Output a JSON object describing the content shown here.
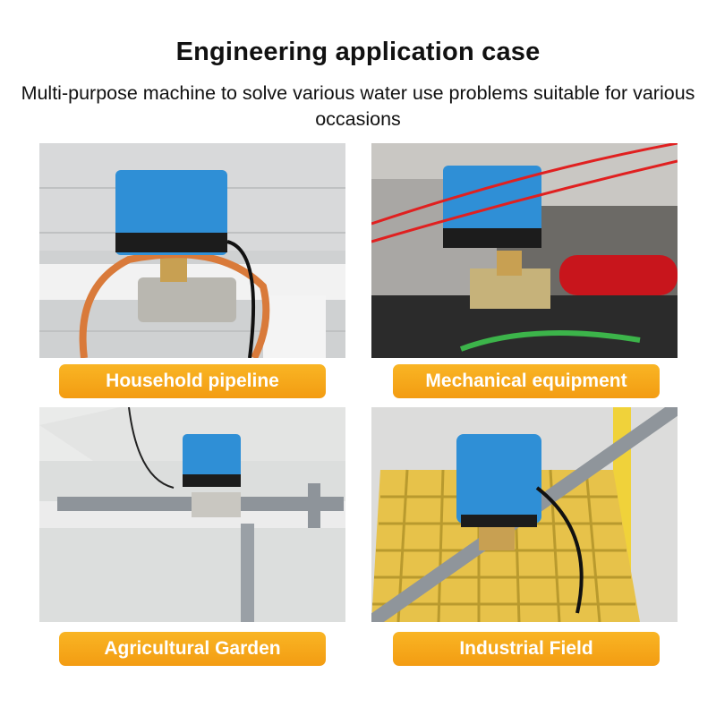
{
  "header": {
    "title": "Engineering application case",
    "subtitle": "Multi-purpose machine to solve various water use problems suitable for various occasions"
  },
  "colors": {
    "label_background": "#f5a31a",
    "label_text": "#ffffff",
    "valve_actuator": "#2f8fd6"
  },
  "cases": [
    {
      "label": "Household pipeline"
    },
    {
      "label": "Mechanical equipment"
    },
    {
      "label": "Agricultural Garden"
    },
    {
      "label": "Industrial Field"
    }
  ]
}
